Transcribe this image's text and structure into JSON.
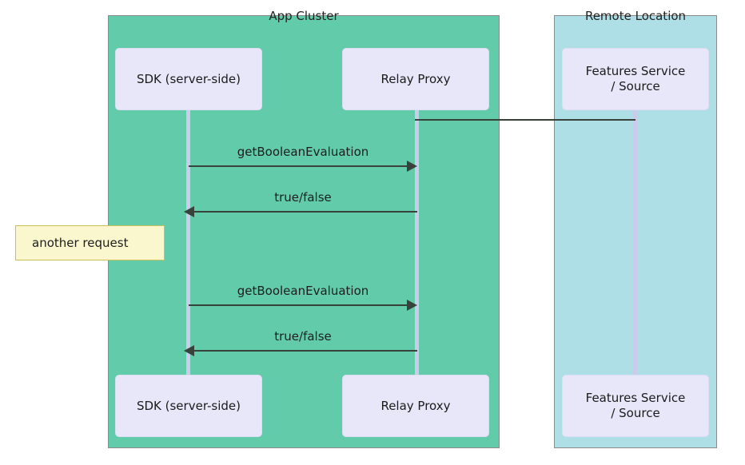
{
  "diagram": {
    "type": "sequence-diagram",
    "groups": [
      {
        "id": "app-cluster",
        "label": "App Cluster",
        "color": "#62CCAA"
      },
      {
        "id": "remote-location",
        "label": "Remote Location",
        "color": "#AEDFE6"
      }
    ],
    "participants": [
      {
        "id": "sdk",
        "label": "SDK (server-side)",
        "group": "app-cluster"
      },
      {
        "id": "relay",
        "label": "Relay Proxy",
        "group": "app-cluster"
      },
      {
        "id": "features",
        "label": "Features Service / Source",
        "line1": "Features Service",
        "line2": "/ Source",
        "group": "remote-location"
      }
    ],
    "messages": [
      {
        "index": 1,
        "from": "sdk",
        "to": "relay",
        "label": "getBooleanEvaluation",
        "direction": "right"
      },
      {
        "index": 2,
        "from": "relay",
        "to": "sdk",
        "label": "true/false",
        "direction": "left"
      },
      {
        "index": 3,
        "from": "sdk",
        "to": "relay",
        "label": "getBooleanEvaluation",
        "direction": "right"
      },
      {
        "index": 4,
        "from": "relay",
        "to": "sdk",
        "label": "true/false",
        "direction": "left"
      }
    ],
    "notes": [
      {
        "id": "another-request",
        "label": "another request"
      }
    ],
    "connectors": [
      {
        "from": "relay",
        "to": "features",
        "label": ""
      }
    ],
    "colors": {
      "app_cluster_fill": "#62CCAA",
      "remote_fill": "#AEDFE6",
      "participant_fill": "#E7E7F9",
      "lifeline": "#CBCBEC",
      "arrow": "#37423B",
      "note_fill": "#FAF7CE",
      "note_border": "#CDC05B"
    }
  }
}
